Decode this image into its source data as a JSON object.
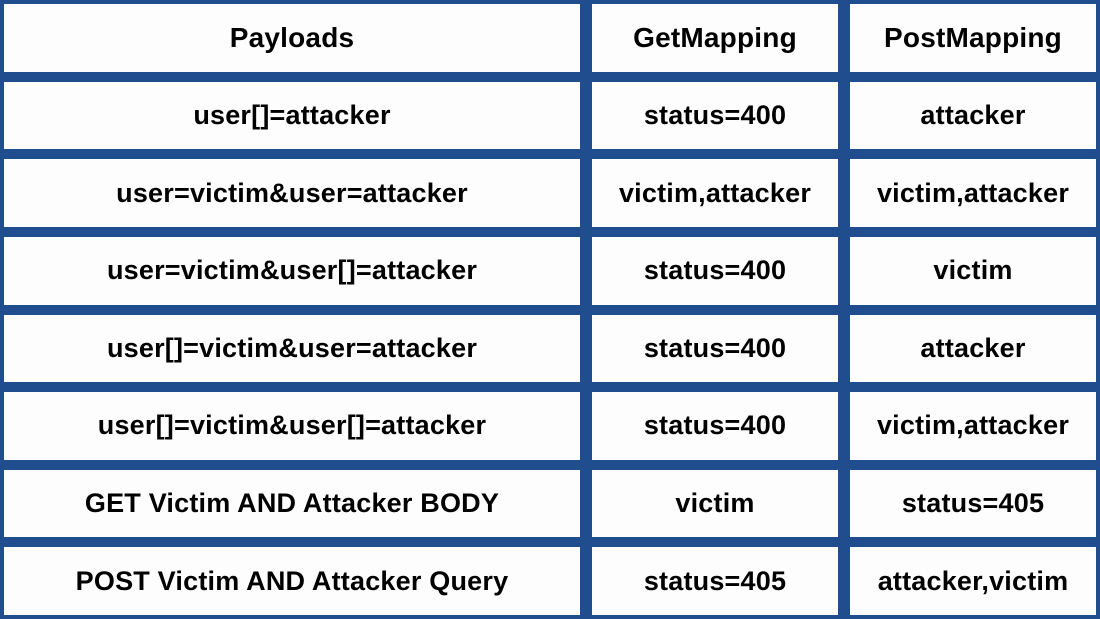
{
  "chart_data": {
    "type": "table",
    "title": "",
    "columns": [
      "Payloads",
      "GetMapping",
      "PostMapping"
    ],
    "rows": [
      [
        "user[]=attacker",
        "status=400",
        "attacker"
      ],
      [
        "user=victim&user=attacker",
        "victim,attacker",
        "victim,attacker"
      ],
      [
        "user=victim&user[]=attacker",
        "status=400",
        "victim"
      ],
      [
        "user[]=victim&user=attacker",
        "status=400",
        "attacker"
      ],
      [
        "user[]=victim&user[]=attacker",
        "status=400",
        "victim,attacker"
      ],
      [
        "GET Victim AND Attacker BODY",
        "victim",
        "status=405"
      ],
      [
        "POST Victim AND Attacker Query",
        "status=405",
        "attacker,victim"
      ]
    ]
  },
  "colors": {
    "background": "#204D8D",
    "cell": "#FDFDFD",
    "text": "#000000"
  }
}
